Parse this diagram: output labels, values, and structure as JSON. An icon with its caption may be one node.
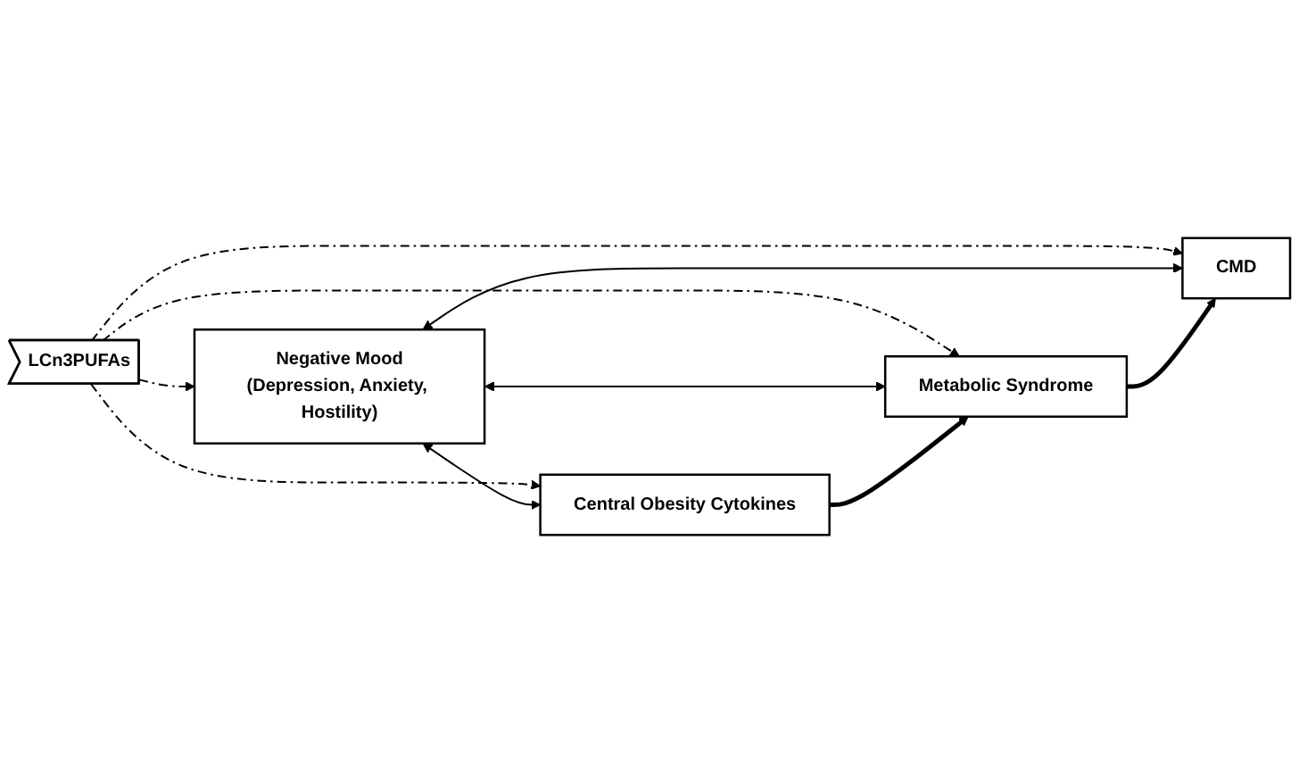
{
  "diagram": {
    "nodes": [
      {
        "text": [
          "LCn3PUFAs"
        ]
      },
      {
        "text": [
          "Negative Mood",
          "(Depression, Anxiety, Hostility)"
        ]
      },
      {
        "text": [
          "Central Obesity Cytokines"
        ]
      },
      {
        "text": [
          "Metabolic Syndrome"
        ]
      },
      {
        "text": [
          "CMD"
        ]
      }
    ],
    "edges": [
      {
        "from": 0,
        "to": 1,
        "arrow": "to",
        "style": "dashed"
      },
      {
        "from": 0,
        "to": 2,
        "arrow": "to",
        "style": "dashed"
      },
      {
        "from": 0,
        "to": 3,
        "arrow": "to",
        "style": "dashed"
      },
      {
        "from": 0,
        "to": 4,
        "arrow": "to",
        "style": "dashed"
      },
      {
        "from": 1,
        "to": 2,
        "arrow": "both"
      },
      {
        "from": 1,
        "to": 3,
        "arrow": "both"
      },
      {
        "from": 1,
        "to": 4,
        "arrow": "both"
      },
      {
        "from": 2,
        "to": 3,
        "arrow": "to",
        "style": "thick"
      },
      {
        "from": 3,
        "to": 4,
        "arrow": "to",
        "style": "thick"
      }
    ]
  }
}
